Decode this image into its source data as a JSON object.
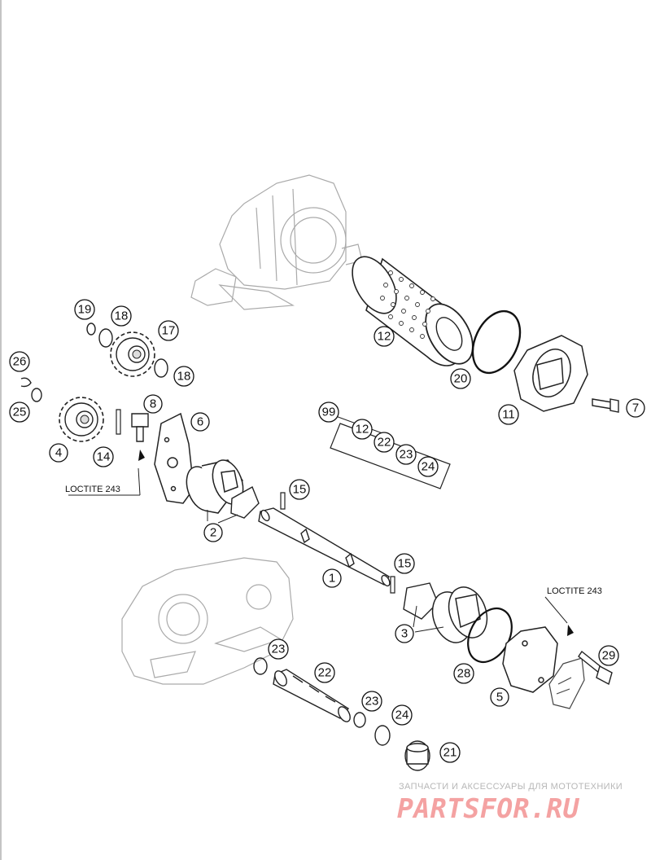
{
  "callouts": {
    "c1": "1",
    "c2": "2",
    "c3": "3",
    "c4": "4",
    "c5": "5",
    "c6": "6",
    "c7": "7",
    "c8": "8",
    "c11": "11",
    "c12": "12",
    "c14": "14",
    "c15a": "15",
    "c15b": "15",
    "c17": "17",
    "c18a": "18",
    "c18b": "18",
    "c19": "19",
    "c20": "20",
    "c21": "21",
    "c22": "22",
    "c23a": "23",
    "c23b": "23",
    "c24": "24",
    "c25": "25",
    "c26": "26",
    "c28": "28",
    "c29": "29",
    "c99": "99",
    "kit12": "12",
    "kit22": "22",
    "kit23": "23",
    "kit24": "24"
  },
  "notes": {
    "loctite_left": "LOCTITE 243",
    "loctite_right": "LOCTITE 243"
  },
  "watermark": {
    "tagline": "ЗАПЧАСТИ И АКСЕССУАРЫ ДЛЯ МОТОТЕХНИКИ",
    "brand": "PARTSFOR.RU"
  }
}
